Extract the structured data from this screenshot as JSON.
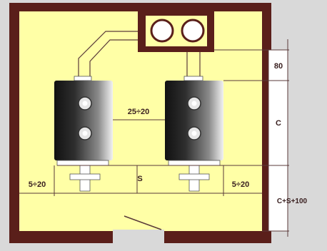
{
  "colors": {
    "background": "#d9d9d9",
    "room_floor": "#ffffa6",
    "wall": "#5a1f1a",
    "dimension_line": "#5a3a3a",
    "boiler_dark": "#222222",
    "boiler_light": "#f0f0f0"
  },
  "labels": {
    "gap_between_boilers": "25÷20",
    "gap_left_wall": "5÷20",
    "gap_right_wall": "5÷20",
    "front_gap": "S",
    "dim_top": "80",
    "dim_middle": "C",
    "dim_bottom": "C+S+100"
  },
  "icons": {
    "boiler": "boiler-icon",
    "flue_outlet": "flue-outlet-icon",
    "valve": "valve-icon"
  }
}
